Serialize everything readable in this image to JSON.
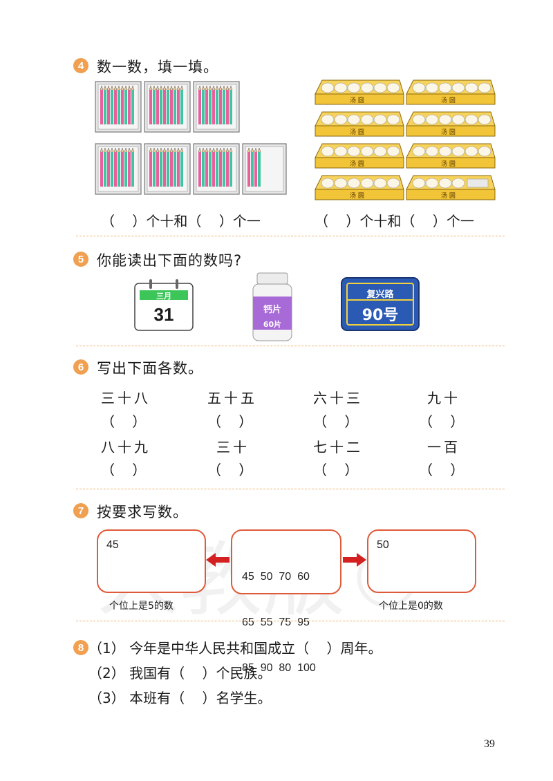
{
  "q4": {
    "num": "4",
    "title": "数一数，填一填。",
    "blank_left": "（    ）个十和（    ）个一",
    "blank_right": "（    ）个十和（    ）个一",
    "tray_label": "汤 圆"
  },
  "q5": {
    "num": "5",
    "title": "你能读出下面的数吗?",
    "calendar_month": "三月",
    "calendar_day": "31",
    "bottle_label": "钙片",
    "bottle_count": "60片",
    "sign_street": "复兴路",
    "sign_number": "90号"
  },
  "q6": {
    "num": "6",
    "title": "写出下面各数。",
    "items": [
      "三十八",
      "五十五",
      "六十三",
      "九十",
      "八十九",
      "三十",
      "七十二",
      "一百"
    ],
    "blank": "（    ）"
  },
  "q7": {
    "num": "7",
    "title": "按要求写数。",
    "left_box": "45",
    "center_row1": "45  50  70  60",
    "center_row2": "65  55  75  95",
    "center_row3": "85  90  80  100",
    "right_box": "50",
    "left_caption": "个位上是5的数",
    "right_caption": "个位上是0的数"
  },
  "q8": {
    "num": "8",
    "sub1": "（1） 今年是中华人民共和国成立（    ）周年。",
    "sub2": "（2） 我国有（    ）个民族。",
    "sub3": "（3） 本班有（    ）名学生。"
  },
  "page_number": "39",
  "colors": {
    "accent": "#f0a050",
    "box_border": "#e05a3a",
    "arrow": "#d42020"
  }
}
